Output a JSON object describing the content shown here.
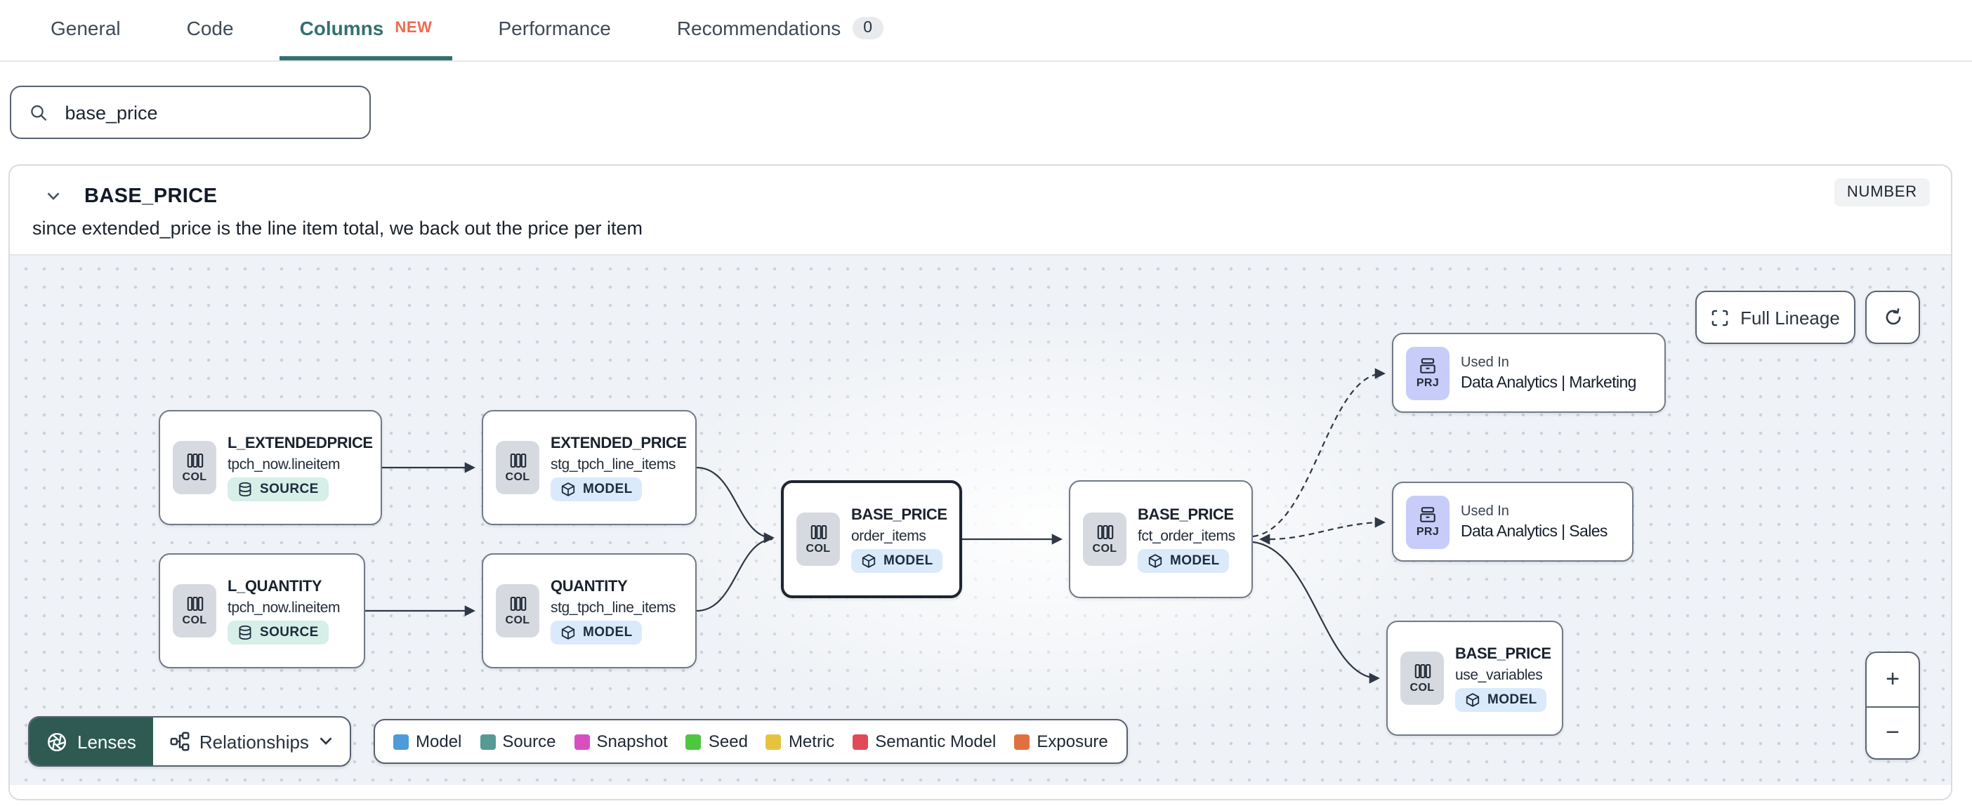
{
  "tabs": {
    "items": [
      {
        "label": "General"
      },
      {
        "label": "Code"
      },
      {
        "label": "Columns",
        "badge": "NEW"
      },
      {
        "label": "Performance"
      },
      {
        "label": "Recommendations",
        "count": "0"
      }
    ]
  },
  "search": {
    "value": "base_price"
  },
  "column": {
    "name": "BASE_PRICE",
    "type": "NUMBER",
    "description": "since extended_price is the line item total, we back out the price per item"
  },
  "lineage": {
    "controls": {
      "full_lineage": "Full Lineage",
      "lenses": "Lenses",
      "relationships": "Relationships",
      "zoom_in": "+",
      "zoom_out": "−"
    },
    "legend": {
      "items": [
        {
          "label": "Model",
          "color": "#4d9bd8"
        },
        {
          "label": "Source",
          "color": "#569a94"
        },
        {
          "label": "Snapshot",
          "color": "#d94fc0"
        },
        {
          "label": "Seed",
          "color": "#4ec63f"
        },
        {
          "label": "Metric",
          "color": "#e5c33f"
        },
        {
          "label": "Semantic Model",
          "color": "#e04b57"
        },
        {
          "label": "Exposure",
          "color": "#e0713e"
        }
      ]
    },
    "nodes": [
      {
        "icon_label": "COL",
        "title": "L_EXTENDEDPRICE",
        "subtitle": "tpch_now.lineitem",
        "chip": "SOURCE"
      },
      {
        "icon_label": "COL",
        "title": "L_QUANTITY",
        "subtitle": "tpch_now.lineitem",
        "chip": "SOURCE"
      },
      {
        "icon_label": "COL",
        "title": "EXTENDED_PRICE",
        "subtitle": "stg_tpch_line_items",
        "chip": "MODEL"
      },
      {
        "icon_label": "COL",
        "title": "QUANTITY",
        "subtitle": "stg_tpch_line_items",
        "chip": "MODEL"
      },
      {
        "icon_label": "COL",
        "title": "BASE_PRICE",
        "subtitle": "order_items",
        "chip": "MODEL",
        "selected": true
      },
      {
        "icon_label": "COL",
        "title": "BASE_PRICE",
        "subtitle": "fct_order_items",
        "chip": "MODEL"
      },
      {
        "icon_label": "PRJ",
        "label": "Used In",
        "title": "Data Analytics | Marketing"
      },
      {
        "icon_label": "PRJ",
        "label": "Used In",
        "title": "Data Analytics | Sales"
      },
      {
        "icon_label": "COL",
        "title": "BASE_PRICE",
        "subtitle": "use_variables",
        "chip": "MODEL"
      }
    ]
  }
}
